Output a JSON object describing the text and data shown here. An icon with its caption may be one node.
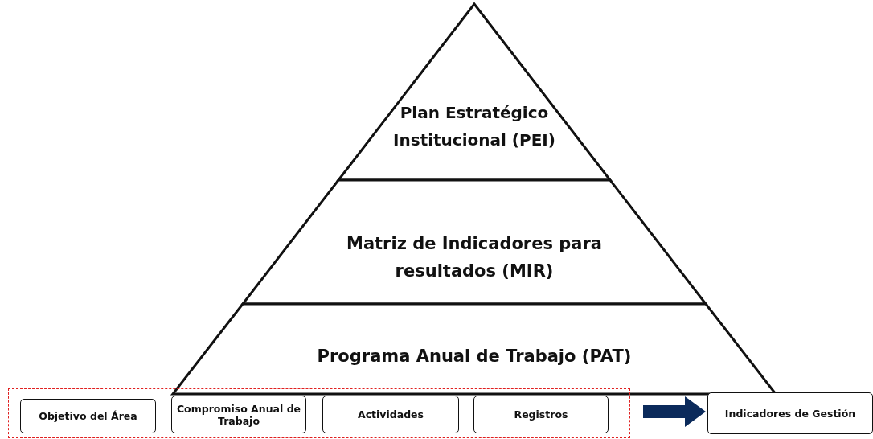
{
  "diagram": {
    "nodes": [
      {
        "text": [
          "Plan Estratégico Institucional (PEI)"
        ]
      },
      {
        "text": [
          "Matriz de Indicadores para resultados (MIR)"
        ]
      },
      {
        "text": [
          "Programa Anual de Trabajo (PAT)"
        ]
      },
      {
        "text": [],
        "shape": "box"
      },
      {
        "text": [
          "Objetivo del Área"
        ],
        "in": 3
      },
      {
        "text": [
          "Compromiso Anual de Trabajo"
        ],
        "in": 3
      },
      {
        "text": [
          "Actividades"
        ],
        "in": 3
      },
      {
        "text": [
          "Registros"
        ],
        "in": 3
      },
      {
        "text": [
          "Indicadores de Gestión"
        ]
      }
    ],
    "edges": [
      {
        "from": 3,
        "to": 8,
        "arrow": "to",
        "style": "thick"
      }
    ]
  }
}
